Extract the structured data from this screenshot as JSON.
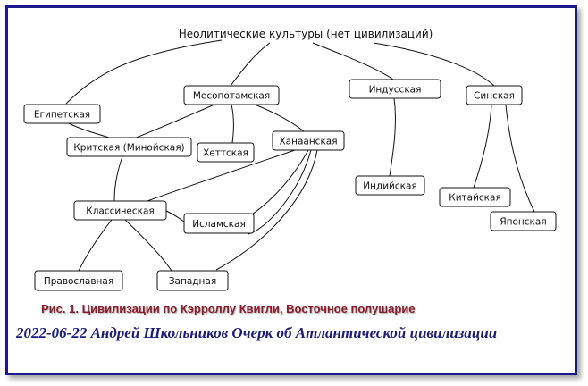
{
  "diagram": {
    "root": "Неолитические культуры (нет цивилизаций)",
    "nodes": {
      "egypt": "Египетская",
      "mesopotamia": "Месопотамская",
      "indus": "Индусская",
      "sinic": "Синская",
      "minoan": "Критская (Минойская)",
      "hittite": "Хеттская",
      "canaanite": "Ханаанская",
      "indian": "Индийская",
      "chinese": "Китайская",
      "japanese": "Японская",
      "classical": "Классическая",
      "islamic": "Исламская",
      "orthodox": "Православная",
      "western": "Западная"
    }
  },
  "caption": "Рис. 1. Цивилизации по Кэрроллу Квигли, Восточное полушарие",
  "author_line": "2022-06-22  Андрей Школьников  Очерк об Атлантической цивилизации",
  "colors": {
    "frame": "#1a1a8c",
    "caption": "#8b1a2a",
    "author": "#1c1c7a"
  }
}
